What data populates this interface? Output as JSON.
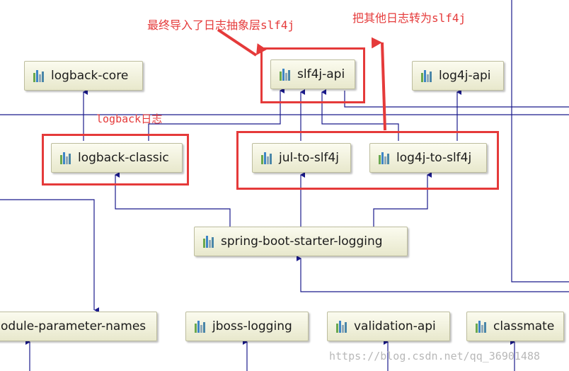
{
  "nodes": {
    "logback_core": "logback-core",
    "slf4j_api": "slf4j-api",
    "log4j_api": "log4j-api",
    "logback_classic": "logback-classic",
    "jul_to_slf4j": "jul-to-slf4j",
    "log4j_to_slf4j": "log4j-to-slf4j",
    "spring_boot_starter_logging": "spring-boot-starter-logging",
    "module_parameter_names": "odule-parameter-names",
    "jboss_logging": "jboss-logging",
    "validation_api": "validation-api",
    "classmate": "classmate"
  },
  "annotations": {
    "slf4j_note": "最终导入了日志抽象层slf4j",
    "bridge_note": "把其他日志转为slf4j",
    "logback_note": "logback日志"
  },
  "watermark": "https://blog.csdn.net/qq_36901488",
  "colors": {
    "edge": "#1a1a8c",
    "highlight": "#e53a3a",
    "node_fill": "#f3f3dd",
    "node_border": "#bdbd9e"
  },
  "icon": "library-bars-icon"
}
